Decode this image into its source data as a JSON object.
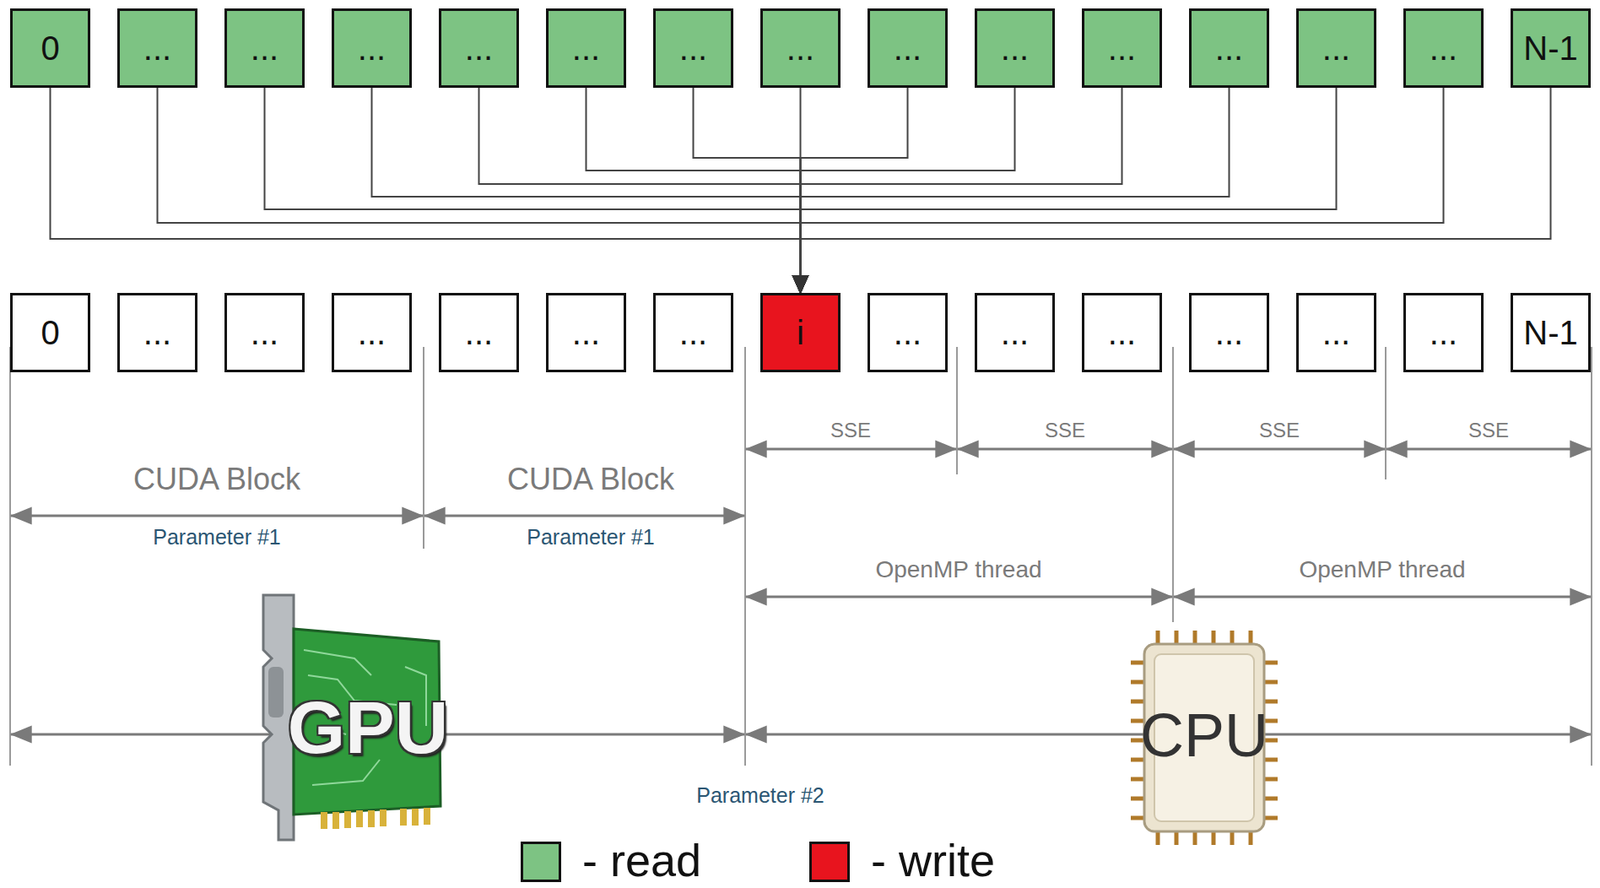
{
  "diagram": {
    "nodes": [
      {
        "text": [
          "0"
        ]
      },
      {
        "text": [
          "..."
        ]
      },
      {
        "text": [
          "..."
        ]
      },
      {
        "text": [
          "..."
        ]
      },
      {
        "text": [
          "..."
        ]
      },
      {
        "text": [
          "..."
        ]
      },
      {
        "text": [
          "..."
        ]
      },
      {
        "text": [
          "..."
        ]
      },
      {
        "text": [
          "..."
        ]
      },
      {
        "text": [
          "..."
        ]
      },
      {
        "text": [
          "..."
        ]
      },
      {
        "text": [
          "..."
        ]
      },
      {
        "text": [
          "..."
        ]
      },
      {
        "text": [
          "..."
        ]
      },
      {
        "text": [
          "N-1"
        ]
      },
      {
        "text": [
          "0"
        ]
      },
      {
        "text": [
          "..."
        ]
      },
      {
        "text": [
          "..."
        ]
      },
      {
        "text": [
          "..."
        ]
      },
      {
        "text": [
          "..."
        ]
      },
      {
        "text": [
          "..."
        ]
      },
      {
        "text": [
          "..."
        ]
      },
      {
        "text": [
          "i"
        ]
      },
      {
        "text": [
          "..."
        ]
      },
      {
        "text": [
          "..."
        ]
      },
      {
        "text": [
          "..."
        ]
      },
      {
        "text": [
          "..."
        ]
      },
      {
        "text": [
          "..."
        ]
      },
      {
        "text": [
          "..."
        ]
      },
      {
        "text": [
          "N-1"
        ]
      }
    ],
    "edges": [
      {
        "from": 0,
        "to": 22,
        "arrow": "to"
      },
      {
        "from": 1,
        "to": 22,
        "arrow": "to"
      },
      {
        "from": 2,
        "to": 22,
        "arrow": "to"
      },
      {
        "from": 3,
        "to": 22,
        "arrow": "to"
      },
      {
        "from": 4,
        "to": 22,
        "arrow": "to"
      },
      {
        "from": 5,
        "to": 22,
        "arrow": "to"
      },
      {
        "from": 6,
        "to": 22,
        "arrow": "to"
      },
      {
        "from": 7,
        "to": 22,
        "arrow": "to"
      },
      {
        "from": 8,
        "to": 22,
        "arrow": "to"
      },
      {
        "from": 9,
        "to": 22,
        "arrow": "to"
      },
      {
        "from": 10,
        "to": 22,
        "arrow": "to"
      },
      {
        "from": 11,
        "to": 22,
        "arrow": "to"
      },
      {
        "from": 12,
        "to": 22,
        "arrow": "to"
      },
      {
        "from": 13,
        "to": 22,
        "arrow": "to"
      },
      {
        "from": 14,
        "to": 22,
        "arrow": "to"
      }
    ],
    "labels": [
      "CUDA Block",
      "CUDA Block",
      "Parameter #1",
      "Parameter #1",
      "SSE",
      "SSE",
      "SSE",
      "SSE",
      "OpenMP thread",
      "OpenMP thread",
      "GPU",
      "CPU",
      "Parameter #2"
    ],
    "legend": [
      {
        "text": "- read",
        "color": "#7dc383"
      },
      {
        "text": "- write",
        "color": "#e8141e"
      }
    ]
  }
}
